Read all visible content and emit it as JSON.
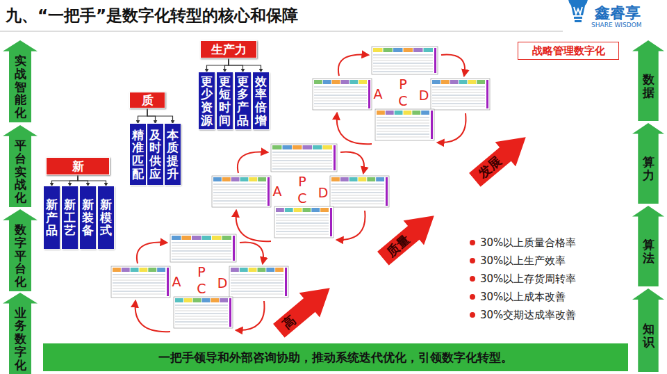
{
  "diagram": {
    "title": "九、“一把手”是数字化转型的核心和保障",
    "nodes": [
      {
        "text": [
          "实战智能化"
        ]
      },
      {
        "text": [
          "平台实战化"
        ]
      },
      {
        "text": [
          "数字平台化"
        ]
      },
      {
        "text": [
          "业务数字化"
        ]
      },
      {
        "text": [
          "生产力"
        ]
      },
      {
        "text": [
          "更少资源"
        ]
      },
      {
        "text": [
          "更短时间"
        ]
      },
      {
        "text": [
          "更多产品"
        ]
      },
      {
        "text": [
          "效率倍增"
        ]
      },
      {
        "text": [
          "战略管理数字化"
        ]
      },
      {
        "text": [
          "质"
        ]
      },
      {
        "text": [
          "精准匹配"
        ]
      },
      {
        "text": [
          "及时供应"
        ]
      },
      {
        "text": [
          "本质提升"
        ]
      },
      {
        "text": [
          "新"
        ]
      },
      {
        "text": [
          "新产品"
        ]
      },
      {
        "text": [
          "新工艺"
        ]
      },
      {
        "text": [
          "新装备"
        ]
      },
      {
        "text": [
          "新模式"
        ]
      },
      {
        "text": [
          "发展"
        ]
      },
      {
        "text": [
          "质量"
        ]
      },
      {
        "text": [
          "高"
        ]
      },
      {
        "text": [
          "数据"
        ]
      },
      {
        "text": [
          "算力"
        ]
      },
      {
        "text": [
          "算法"
        ]
      },
      {
        "text": [
          "知识"
        ]
      },
      {
        "text": [
          "一把手领导和外部咨询协助，推动系统迭代优化，引领数字化转型。"
        ]
      }
    ],
    "edges": [
      {
        "from": 4,
        "to": 5,
        "arrow": "to"
      },
      {
        "from": 4,
        "to": 6,
        "arrow": "to"
      },
      {
        "from": 4,
        "to": 7,
        "arrow": "to"
      },
      {
        "from": 4,
        "to": 8,
        "arrow": "to"
      },
      {
        "from": 10,
        "to": 11,
        "arrow": "to"
      },
      {
        "from": 10,
        "to": 12,
        "arrow": "to"
      },
      {
        "from": 10,
        "to": 13,
        "arrow": "to"
      },
      {
        "from": 14,
        "to": 15,
        "arrow": "to"
      },
      {
        "from": 14,
        "to": 16,
        "arrow": "to"
      },
      {
        "from": 14,
        "to": 17,
        "arrow": "to"
      },
      {
        "from": 14,
        "to": 18,
        "arrow": "to"
      }
    ],
    "labels": [
      "鑫睿享",
      "SHARE WISDOM",
      "A",
      "P",
      "D",
      "C",
      "A",
      "P",
      "D",
      "C",
      "A",
      "P",
      "D",
      "C",
      "30%以上质量合格率",
      "30%以上生产效率",
      "30%以上存货周转率",
      "30%以上成本改善",
      "30%交期达成率改善"
    ]
  }
}
